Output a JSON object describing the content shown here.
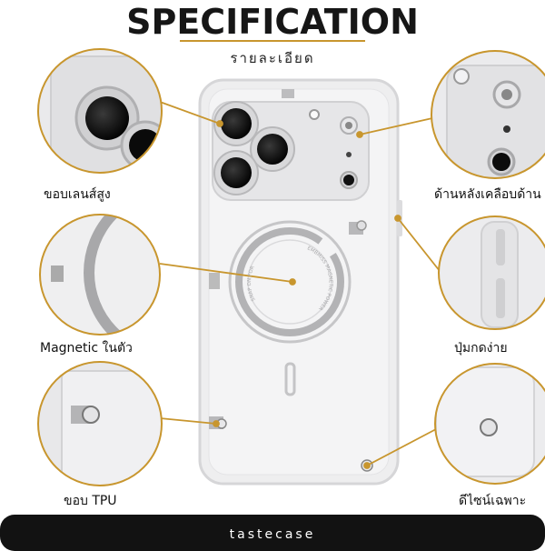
{
  "header": {
    "title": "SPECIFICATION",
    "subtitle": "รายละเอียด"
  },
  "features": [
    {
      "label": "ขอบเลนส์สูง"
    },
    {
      "label": "Magnetic ในตัว"
    },
    {
      "label": "ขอบ TPU"
    },
    {
      "label": "ด้านหลังเคลือบด้าน"
    },
    {
      "label": "ปุ่มกดง่าย"
    },
    {
      "label": "ดีไซน์เฉพาะ"
    }
  ],
  "case_ring_text": {
    "left": "SNAP ON FOR",
    "right": "EMBMISS MAGNETIC POWER"
  },
  "footer": {
    "brand": "tastecase"
  },
  "colors": {
    "accent": "#c8962e",
    "footer_bg": "#121212",
    "title": "#161616"
  }
}
